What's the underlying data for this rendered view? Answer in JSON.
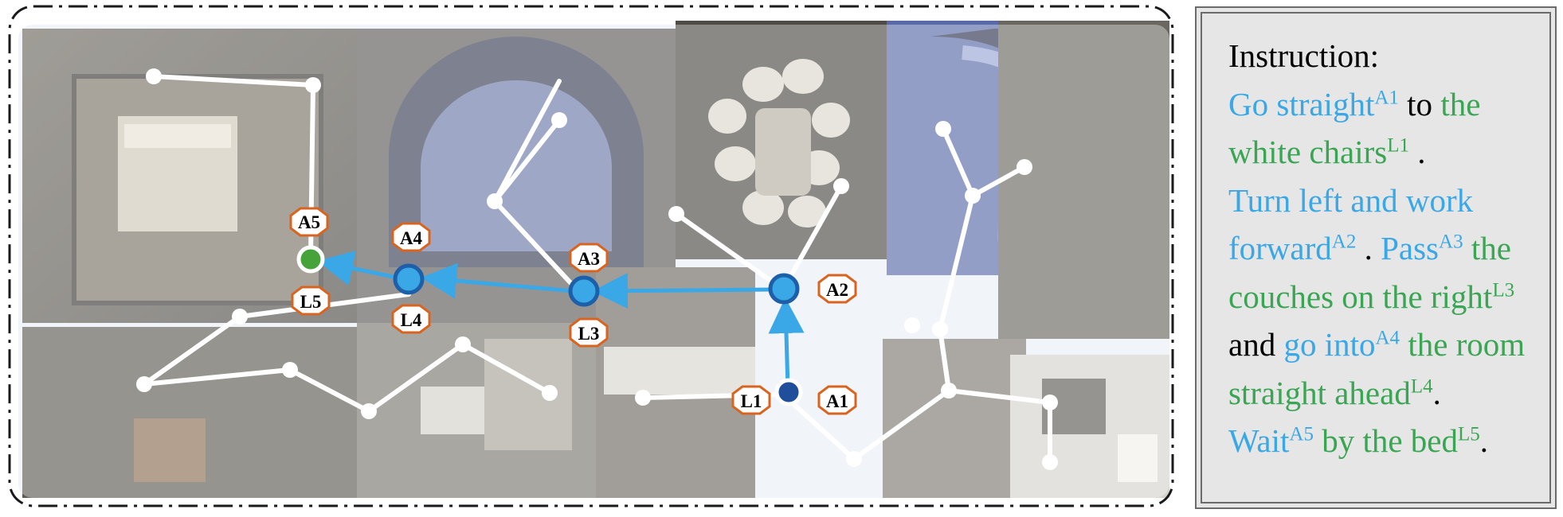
{
  "instruction": {
    "title": "Instruction:",
    "segments": [
      {
        "text": "Go straight",
        "tag": "A1",
        "kind": "action"
      },
      {
        "text": " to ",
        "kind": "plain"
      },
      {
        "text": "the white chairs",
        "tag": "L1",
        "kind": "landmark"
      },
      {
        "text": " .",
        "kind": "plain",
        "br": true
      },
      {
        "text": "Turn left and work forward",
        "tag": "A2",
        "kind": "action"
      },
      {
        "text": " .  ",
        "kind": "plain"
      },
      {
        "text": "Pass",
        "tag": "A3",
        "kind": "action"
      },
      {
        "text": " ",
        "kind": "plain"
      },
      {
        "text": "the couches on the right",
        "tag": "L3",
        "kind": "landmark"
      },
      {
        "text": " and ",
        "kind": "plain"
      },
      {
        "text": "go into",
        "tag": "A4",
        "kind": "action"
      },
      {
        "text": " ",
        "kind": "plain"
      },
      {
        "text": "the room straight ahead",
        "tag": "L4",
        "kind": "landmark"
      },
      {
        "text": ".",
        "kind": "plain",
        "br": true
      },
      {
        "text": "Wait",
        "tag": "A5",
        "kind": "action"
      },
      {
        "text": " ",
        "kind": "plain"
      },
      {
        "text": "by the bed",
        "tag": "L5",
        "kind": "landmark"
      },
      {
        "text": ".",
        "kind": "plain"
      }
    ]
  },
  "colors": {
    "action": "#3aa8e6",
    "landmark": "#3aa553",
    "label_border": "#d8641f",
    "path_arrow": "#3aa8e6",
    "start_node": "#1f4e9b",
    "goal_node": "#45a33a",
    "graph_edges": "#ffffff"
  },
  "action_labels": [
    "A1",
    "A2",
    "A3",
    "A4",
    "A5"
  ],
  "landmark_labels": [
    "L1",
    "L3",
    "L4",
    "L5"
  ]
}
